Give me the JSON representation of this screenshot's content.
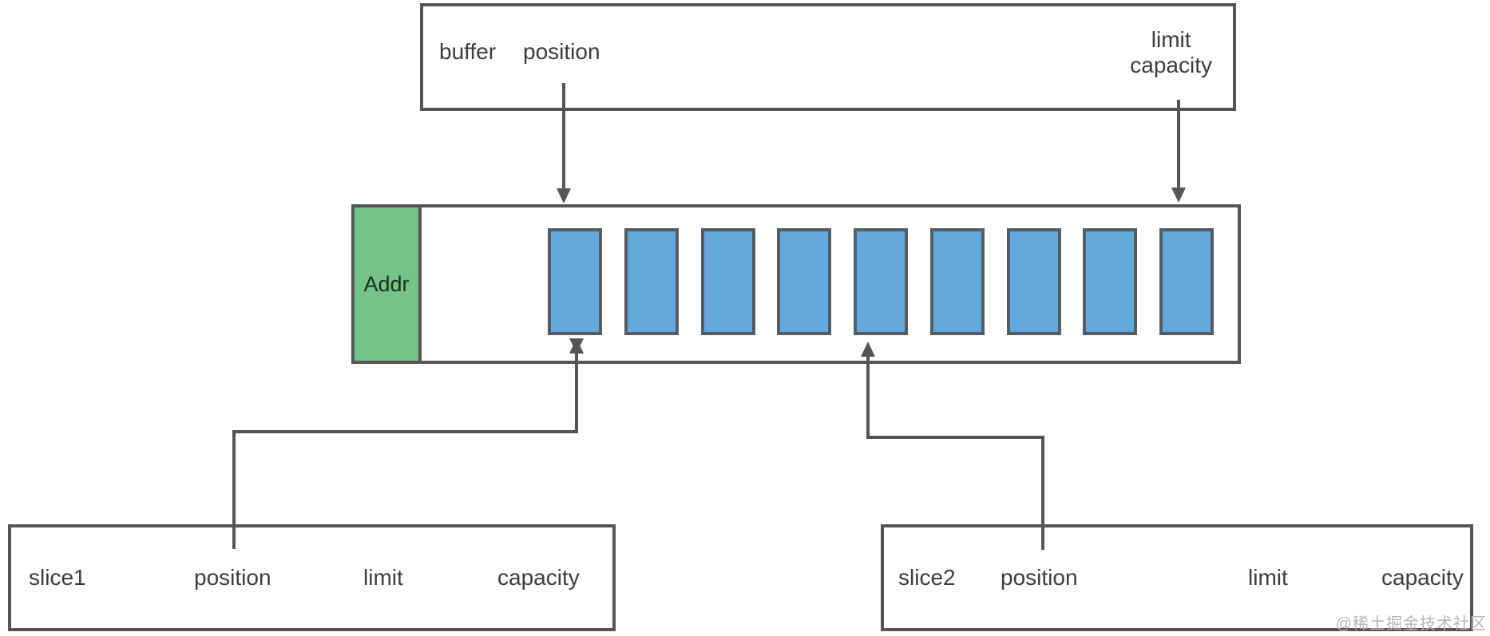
{
  "diagram": {
    "buffer_box": {
      "buffer_label": "buffer",
      "position_label": "position",
      "limit_label": "limit",
      "capacity_label": "capacity"
    },
    "memory_box": {
      "addr_label": "Addr",
      "cell_count": 9
    },
    "slice1_box": {
      "name_label": "slice1",
      "position_label": "position",
      "limit_label": "limit",
      "capacity_label": "capacity"
    },
    "slice2_box": {
      "name_label": "slice2",
      "position_label": "position",
      "limit_label": "limit",
      "capacity_label": "capacity"
    },
    "watermark": "@稀土掘金技术社区",
    "colors": {
      "line": "#555555",
      "text": "#3d3d3d",
      "cell_fill": "#63a9de",
      "addr_fill": "#75c487",
      "watermark": "#b5b5b5"
    }
  }
}
